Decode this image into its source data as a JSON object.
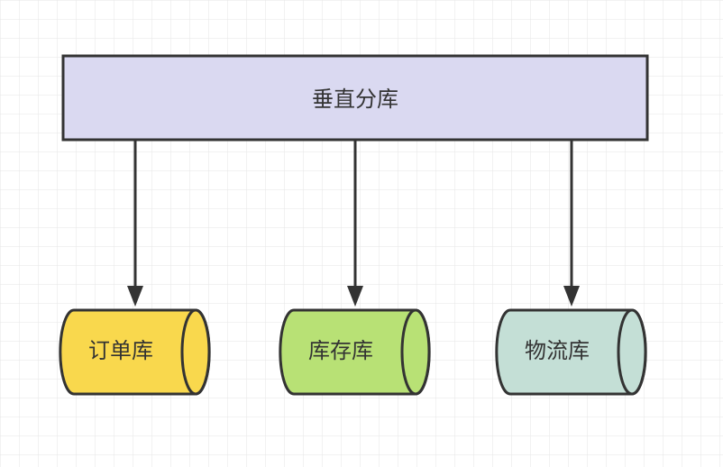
{
  "diagram": {
    "grid": true,
    "top_box": {
      "label": "垂直分库",
      "fill": "#dad9f1"
    },
    "databases": [
      {
        "label": "订单库",
        "fill": "#f9d84d"
      },
      {
        "label": "库存库",
        "fill": "#b8e175"
      },
      {
        "label": "物流库",
        "fill": "#c4dfd6"
      }
    ],
    "colors": {
      "stroke": "#333333",
      "grid": "#e6e6e6"
    }
  }
}
